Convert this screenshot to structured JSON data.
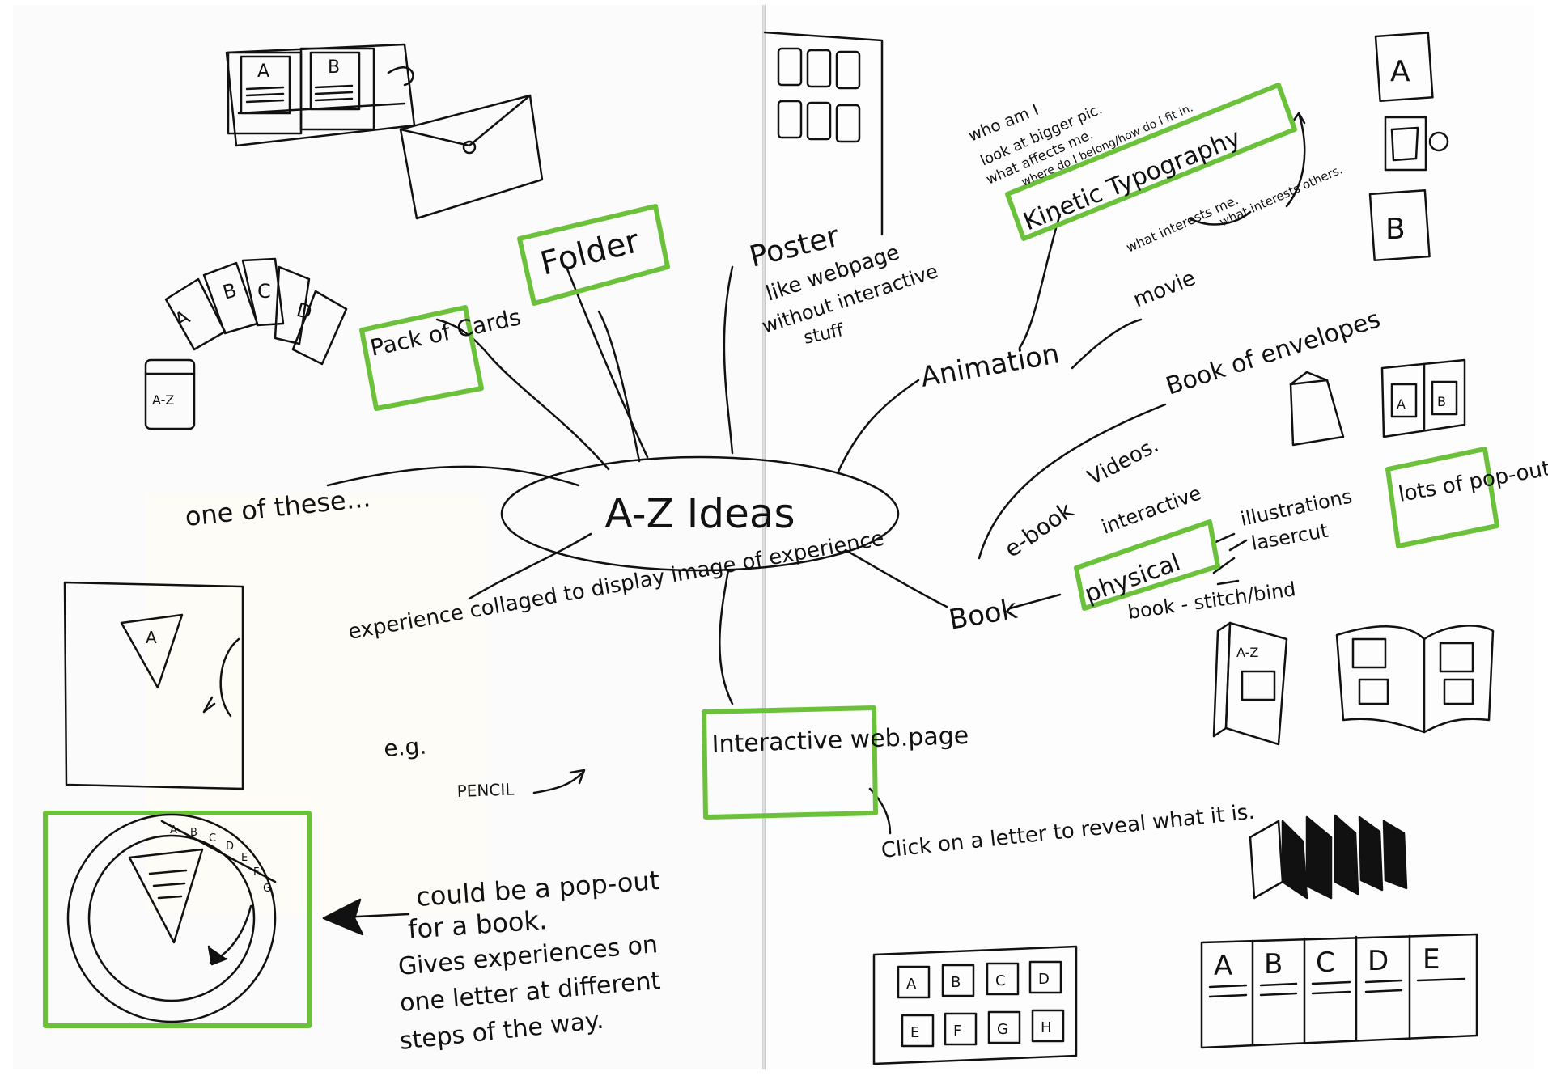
{
  "center": {
    "title": "A-Z Ideas"
  },
  "branches": {
    "folder": "Folder",
    "pack_of_cards": "Pack of Cards",
    "poster": "Poster",
    "poster_note_1": "like webpage",
    "poster_note_2": "without interactive",
    "poster_note_3": "stuff",
    "kinetic_typography": "Kinetic Typography",
    "who_am_i": "who am I",
    "bigger_pic": "look at bigger pic.",
    "what_affects": "what affects me.",
    "where_do_i": "where do I belong/how do I fit in.",
    "what_interests_me": "what interests me.",
    "what_interests_others": "what interests others.",
    "animation": "Animation",
    "movie": "movie",
    "book": "Book",
    "book_of_envelopes": "Book of envelopes",
    "ebook": "e-book",
    "videos": "Videos.",
    "interactive": "interactive",
    "physical": "physical",
    "illustrations": "illustrations",
    "lasercut": "lasercut",
    "lots_of_popouts": "lots of pop-outs",
    "stitch_bind": "book - stitch/bind",
    "interactive_webpage": "Interactive web.page",
    "click_note": "Click on a letter to reveal what it is.",
    "one_of_these": "one of these...",
    "experience_note": "experience collaged to display image of experience",
    "eg": "e.g.",
    "pencil": "PENCIL",
    "popout_note_1": "could be a pop-out",
    "popout_note_2": "for a book.",
    "popout_note_3": "Gives experiences on",
    "popout_note_4": "one letter at different",
    "popout_note_5": "steps of the way."
  },
  "sketch_letters": {
    "envelope_cards": [
      "A",
      "B"
    ],
    "fan_cards": [
      "A",
      "B",
      "C",
      "D"
    ],
    "box_label": "A-Z",
    "right_column": [
      "A",
      "B"
    ],
    "wheel_letters": [
      "A",
      "B",
      "C",
      "D",
      "E",
      "F",
      "G"
    ],
    "wheel_segment": "A",
    "book_cover": "A-Z",
    "open_envelope_book": [
      "A",
      "B"
    ],
    "web_buttons": [
      "A",
      "B",
      "C",
      "D",
      "E",
      "F",
      "G",
      "H"
    ],
    "strip_letters": [
      "A",
      "B",
      "C",
      "D",
      "E"
    ]
  },
  "colors": {
    "ink": "#111111",
    "highlight": "#6cc13b"
  }
}
